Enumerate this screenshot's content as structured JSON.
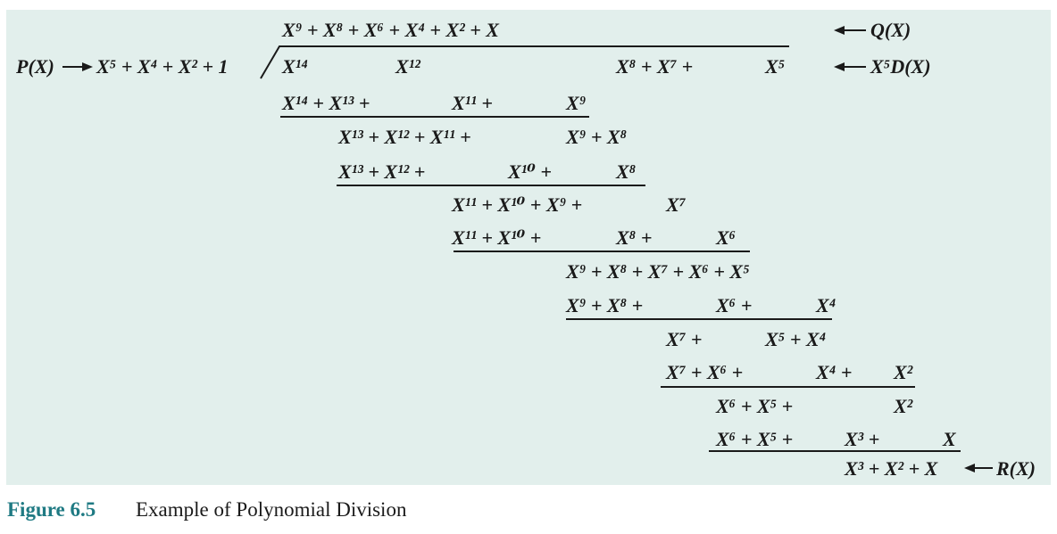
{
  "figure": {
    "number": "Figure 6.5",
    "caption": "Example of Polynomial Division"
  },
  "colors": {
    "panel_background": "#e2efec",
    "caption_number": "#1f7a83",
    "ink": "#1a1a1a"
  },
  "labels": {
    "divisor_name": "P(X)",
    "divisor": "X⁵ + X⁴ + X² + 1",
    "quotient": "X⁹ + X⁸ + X⁶ + X⁴ + X² + X",
    "quotient_name": "Q(X)",
    "dividend_name": "X⁵D(X)",
    "remainder_name": "R(X)",
    "remainder": "X³ + X² + X"
  },
  "dividend": {
    "x14": "X¹⁴",
    "x12": "X¹²",
    "x8x7": "X⁸ + X⁷ +",
    "x5": "X⁵"
  },
  "steps": {
    "s1a": "X¹⁴ + X¹³ +",
    "s1b": "X¹¹ +",
    "s1c": "X⁹",
    "r1a": "X¹³ + X¹² + X¹¹ +",
    "r1b": "X⁹ + X⁸",
    "s2a": "X¹³ + X¹² +",
    "s2b": "X¹⁰ +",
    "s2c": "X⁸",
    "r2a": "X¹¹ + X¹⁰ + X⁹ +",
    "r2b": "X⁷",
    "s3a": "X¹¹ + X¹⁰ +",
    "s3b": "X⁸ +",
    "s3c": "X⁶",
    "r3": "X⁹ + X⁸ + X⁷ + X⁶ + X⁵",
    "s4a": "X⁹ + X⁸ +",
    "s4b": "X⁶ +",
    "s4c": "X⁴",
    "r4a": "X⁷ +",
    "r4b": "X⁵ + X⁴",
    "s5a": "X⁷ + X⁶ +",
    "s5b": "X⁴ +",
    "s5c": "X²",
    "r5a": "X⁶ + X⁵ +",
    "r5b": "X²",
    "s6a": "X⁶ + X⁵ +",
    "s6b": "X³ +",
    "s6c": "X"
  }
}
